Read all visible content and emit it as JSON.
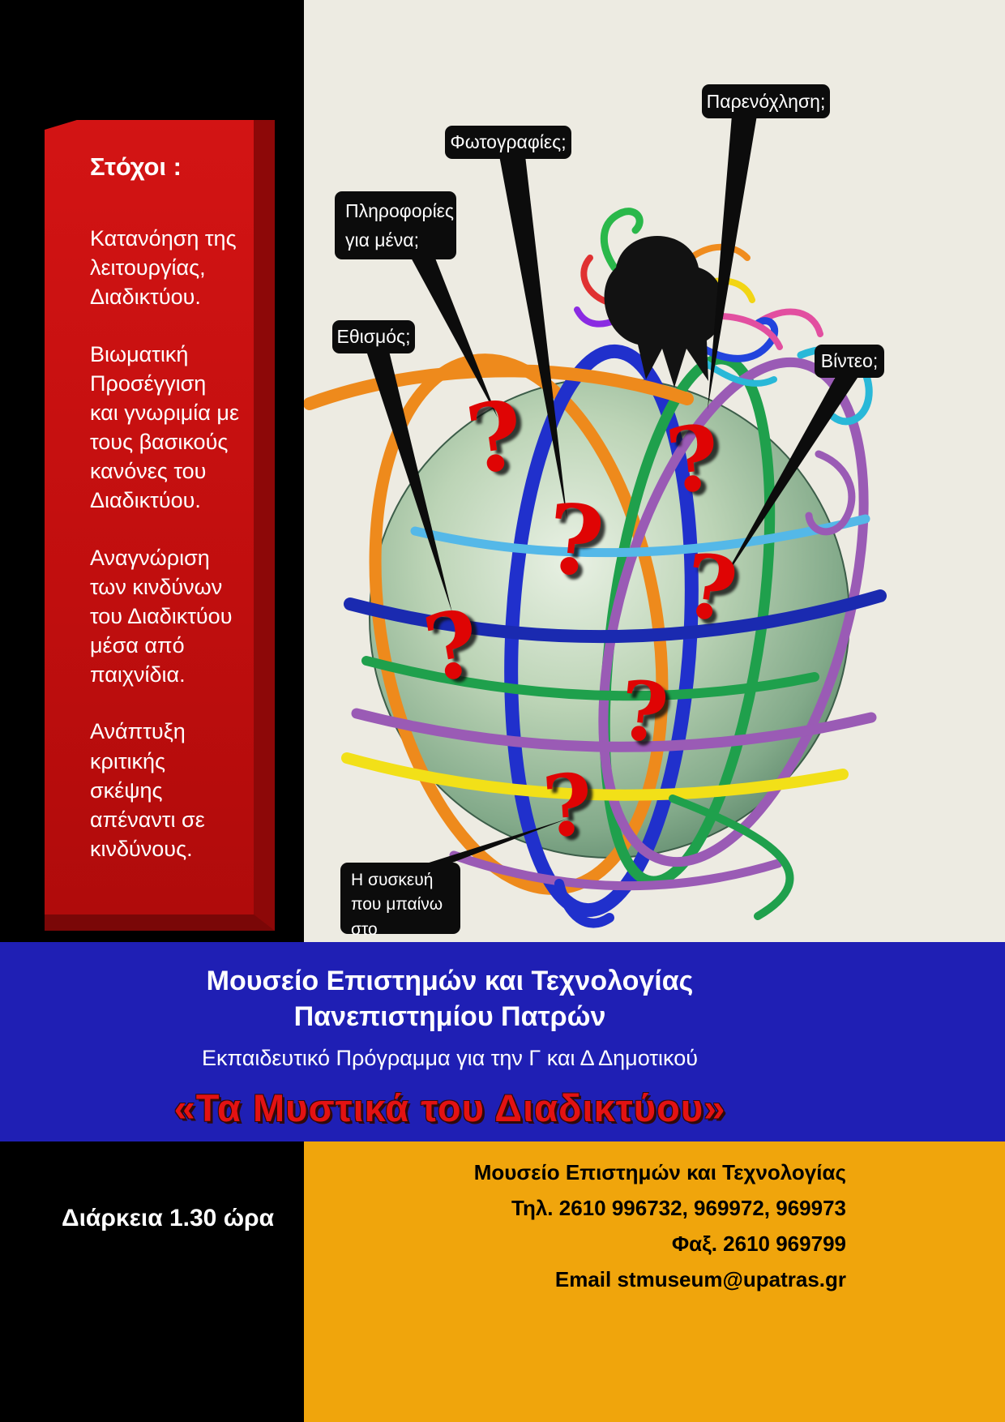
{
  "colors": {
    "ribbon_red": "#c00e0e",
    "banner_blue": "#1f1fb4",
    "footer_orange": "#f0a50c",
    "question_red": "#df0404",
    "background_cream": "#edebe2"
  },
  "sidebar": {
    "title": "Στόχοι :",
    "paragraphs": [
      "Κατανόηση της λειτουργίας, Διαδικτύου.",
      "Βιωματική Προσέγγιση και γνωριμία με τους βασικούς κανόνες του Διαδικτύου.",
      "Αναγνώριση των  κινδύνων του Διαδικτύου μέσα από παιχνίδια.",
      "Ανάπτυξη κριτικής σκέψης απέναντι σε κινδύνους."
    ]
  },
  "illustration": {
    "question_mark": "?",
    "callouts": [
      {
        "id": "harassment",
        "label": "Παρενόχληση;"
      },
      {
        "id": "photos",
        "label": "Φωτογραφίες;"
      },
      {
        "id": "info-about-me",
        "label": "Πληροφορίες για μένα;"
      },
      {
        "id": "addiction",
        "label": "Εθισμός;"
      },
      {
        "id": "video",
        "label": "Βίντεο;"
      },
      {
        "id": "device",
        "label": "Η συσκευή που μπαίνω  στο Διαδίκτυο;"
      }
    ]
  },
  "banner": {
    "line1": "Μουσείο  Επιστημών και Τεχνολογίας",
    "line2": "Πανεπιστημίου Πατρών",
    "subtitle": "Εκπαιδευτικό Πρόγραμμα για την Γ και Δ Δημοτικού",
    "program_title": "«Τα Μυστικά του Διαδικτύου»"
  },
  "footer": {
    "duration": "Διάρκεια  1.30 ώρα",
    "contact": [
      "Μουσείο Επιστημών και Τεχνολογίας",
      "Τηλ. 2610 996732, 969972, 969973",
      "Φαξ. 2610 969799",
      "Email stmuseum@upatras.gr"
    ]
  }
}
